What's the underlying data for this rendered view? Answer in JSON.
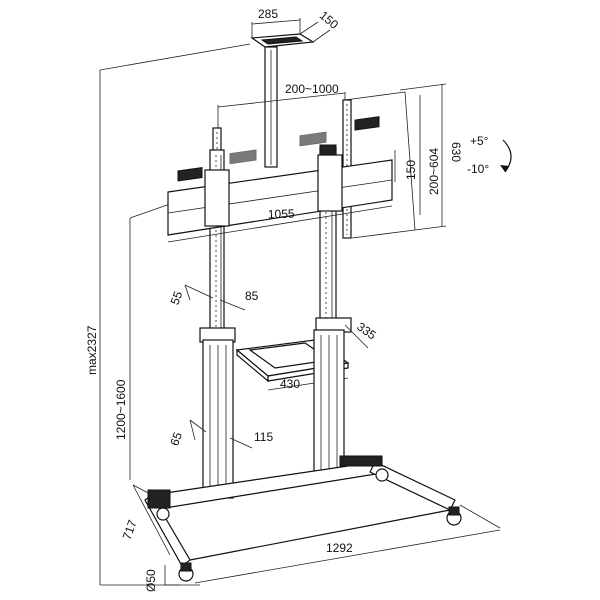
{
  "dimensions": {
    "top_plate_width": "285",
    "top_plate_depth": "150",
    "vesa_horizontal": "200~1000",
    "vesa_vertical": "200~604",
    "max_screen_height": "630",
    "plate_height": "150",
    "bracket_width": "1055",
    "column_depth": "55",
    "column_width": "85",
    "shelf_depth": "335",
    "shelf_width": "430",
    "lower_column_depth": "65",
    "lower_column_width": "115",
    "mount_height": "1200~1600",
    "max_height": "max2327",
    "base_depth": "717",
    "caster_diameter": "Ø50",
    "base_width": "1292"
  },
  "tilt": {
    "up": "+5°",
    "down": "-10°"
  }
}
